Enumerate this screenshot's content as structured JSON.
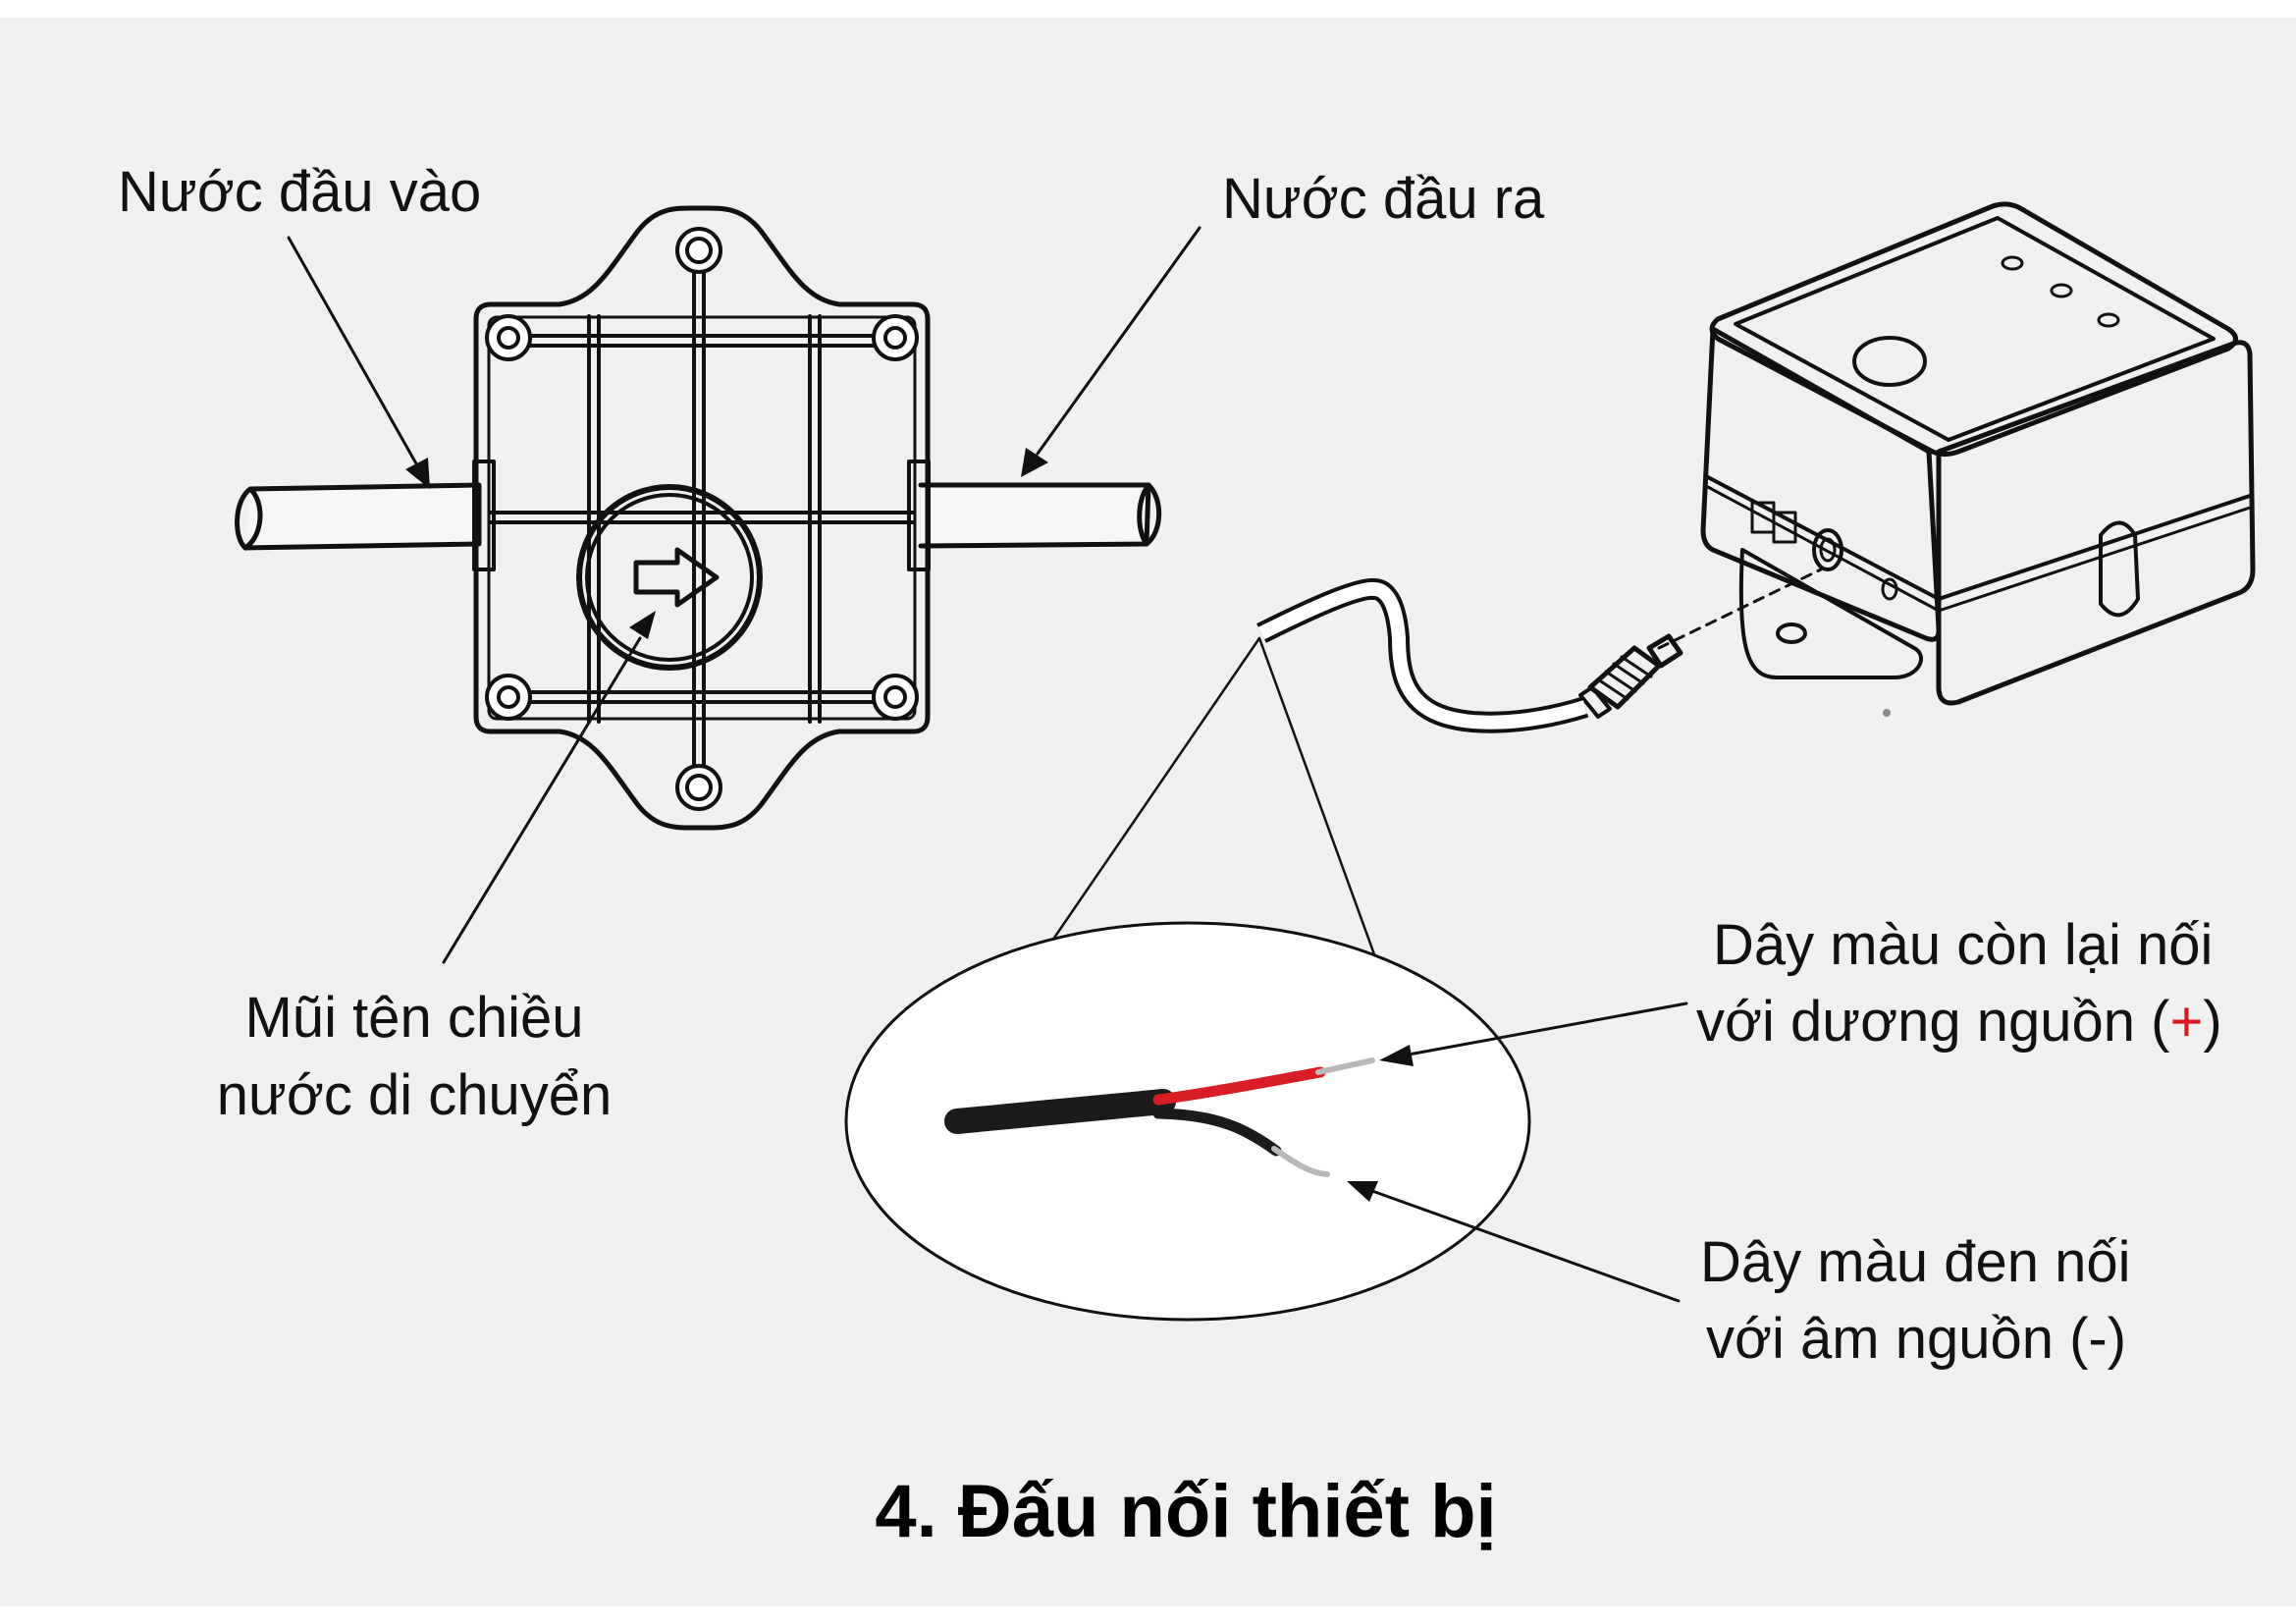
{
  "labels": {
    "inlet": "Nước đầu vào",
    "outlet": "Nước đầu ra",
    "arrow_line1": "Mũi tên chiều",
    "arrow_line2": "nước di chuyển",
    "red_line1": "Dây màu còn lại nối",
    "red_line2_prefix": "với dương nguồn (",
    "red_line2_plus": "+",
    "red_line2_suffix": ")",
    "black_line1": "Dây màu đen nối",
    "black_line2": "với âm nguồn (-)"
  },
  "title": "4. Đấu nối thiết bị",
  "colors": {
    "background": "#f0f0f0",
    "plus_sign": "#e0161e",
    "red_wire": "#d81e24",
    "black_wire": "#1b1b1b"
  },
  "icons": {
    "flow_direction": "right-arrow-icon",
    "valve": "valve-body-icon",
    "controller": "controller-box-icon"
  }
}
